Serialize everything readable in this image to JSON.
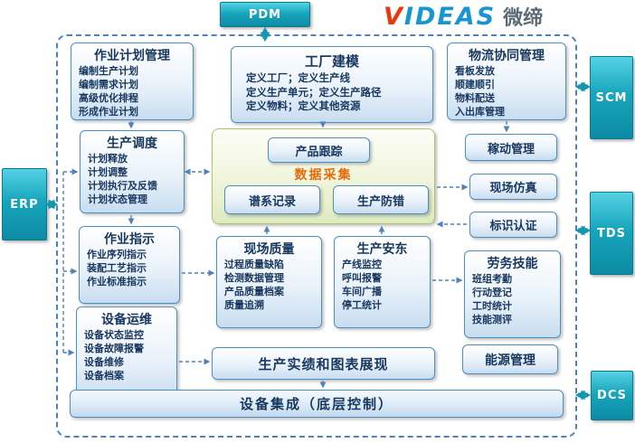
{
  "logo": {
    "brand": "VIDEAS",
    "brand_cn": "微缔"
  },
  "external_systems": {
    "pdm": "PDM",
    "erp": "ERP",
    "scm": "SCM",
    "tds": "TDS",
    "dcs": "DCS"
  },
  "modules": {
    "job_plan": {
      "title": "作业计划管理",
      "items": [
        "编制生产计划",
        "编制需求计划",
        "高级优化排程",
        "形成作业计划"
      ]
    },
    "factory_modeling": {
      "title": "工厂建模",
      "items": [
        "定义工厂；定义生产线",
        "定义生产单元；定义生产路径",
        "定义物料；定义其他资源"
      ]
    },
    "logistics": {
      "title": "物流协同管理",
      "items": [
        "看板发放",
        "顺建顺引",
        "物料配送",
        "入出库管理"
      ]
    },
    "scheduling": {
      "title": "生产调度",
      "items": [
        "计划释放",
        "计划调整",
        "计划执行及反馈",
        "计划状态管理"
      ]
    },
    "core": {
      "product_tracking": "产品跟踪",
      "data_collection": "数据采集",
      "genealogy": "谱系记录",
      "error_proofing": "生产防错"
    },
    "utilization": "稼动管理",
    "simulation": "现场仿真",
    "identification": "标识认证",
    "job_instruction": {
      "title": "作业指示",
      "items": [
        "作业序列指示",
        "装配工艺指示",
        "作业标准指示"
      ]
    },
    "site_quality": {
      "title": "现场质量",
      "items": [
        "过程质量缺陷",
        "检测数据管理",
        "产品质量档案",
        "质量追溯"
      ]
    },
    "andon": {
      "title": "生产安东",
      "items": [
        "产线监控",
        "呼叫报警",
        "车间广播",
        "停工统计"
      ]
    },
    "labor_skill": {
      "title": "劳务技能",
      "items": [
        "班组考勤",
        "行动登记",
        "工时统计",
        "技能测评"
      ]
    },
    "equipment_om": {
      "title": "设备运维",
      "items": [
        "设备状态监控",
        "设备故障报警",
        "设备维修",
        "设备档案"
      ]
    },
    "performance": "生产实绩和图表展现",
    "energy": "能源管理",
    "integration": "设备集成（底层控制）"
  },
  "colors": {
    "teal_system": "#18a6bd",
    "blue_border": "#4a90c4",
    "dashed_connector": "#4f81bd",
    "title_text": "#17375e",
    "core_green_border": "#a9c56c",
    "data_collection_orange": "#e36c0a",
    "logo_blue": "#1796d2",
    "logo_red": "#e8380d"
  }
}
